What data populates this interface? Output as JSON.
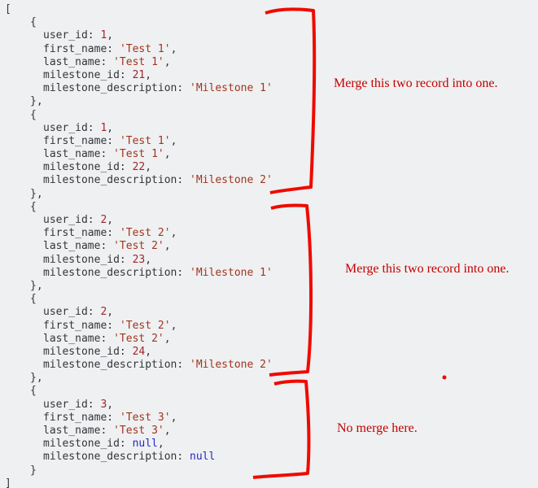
{
  "page": {
    "background": "#eff0f1"
  },
  "code": {
    "language": "javascript-object-array",
    "array_open": "[",
    "array_close": "]",
    "colors": {
      "plain": "#32363a",
      "number": "#a0262e",
      "string": "#a0351f",
      "null_literal": "#2228c7"
    },
    "records": [
      {
        "fields": [
          {
            "key": "user_id",
            "value": "1",
            "type": "num"
          },
          {
            "key": "first_name",
            "value": "'Test 1'",
            "type": "str"
          },
          {
            "key": "last_name",
            "value": "'Test 1'",
            "type": "str"
          },
          {
            "key": "milestone_id",
            "value": "21",
            "type": "num"
          },
          {
            "key": "milestone_description",
            "value": "'Milestone 1'",
            "type": "str"
          }
        ]
      },
      {
        "fields": [
          {
            "key": "user_id",
            "value": "1",
            "type": "num"
          },
          {
            "key": "first_name",
            "value": "'Test 1'",
            "type": "str"
          },
          {
            "key": "last_name",
            "value": "'Test 1'",
            "type": "str"
          },
          {
            "key": "milestone_id",
            "value": "22",
            "type": "num"
          },
          {
            "key": "milestone_description",
            "value": "'Milestone 2'",
            "type": "str"
          }
        ]
      },
      {
        "fields": [
          {
            "key": "user_id",
            "value": "2",
            "type": "num"
          },
          {
            "key": "first_name",
            "value": "'Test 2'",
            "type": "str"
          },
          {
            "key": "last_name",
            "value": "'Test 2'",
            "type": "str"
          },
          {
            "key": "milestone_id",
            "value": "23",
            "type": "num"
          },
          {
            "key": "milestone_description",
            "value": "'Milestone 1'",
            "type": "str"
          }
        ]
      },
      {
        "fields": [
          {
            "key": "user_id",
            "value": "2",
            "type": "num"
          },
          {
            "key": "first_name",
            "value": "'Test 2'",
            "type": "str"
          },
          {
            "key": "last_name",
            "value": "'Test 2'",
            "type": "str"
          },
          {
            "key": "milestone_id",
            "value": "24",
            "type": "num"
          },
          {
            "key": "milestone_description",
            "value": "'Milestone 2'",
            "type": "str"
          }
        ]
      },
      {
        "fields": [
          {
            "key": "user_id",
            "value": "3",
            "type": "num"
          },
          {
            "key": "first_name",
            "value": "'Test 3'",
            "type": "str"
          },
          {
            "key": "last_name",
            "value": "'Test 3'",
            "type": "str"
          },
          {
            "key": "milestone_id",
            "value": "null",
            "type": "null"
          },
          {
            "key": "milestone_description",
            "value": "null",
            "type": "null"
          }
        ]
      }
    ]
  },
  "annotations": {
    "bracket_color": "#ef0a00",
    "label_color": "#c40000",
    "labels": [
      {
        "text": "Merge this two record into one."
      },
      {
        "text": "Merge this two record into one."
      },
      {
        "text": "No merge here."
      }
    ]
  }
}
